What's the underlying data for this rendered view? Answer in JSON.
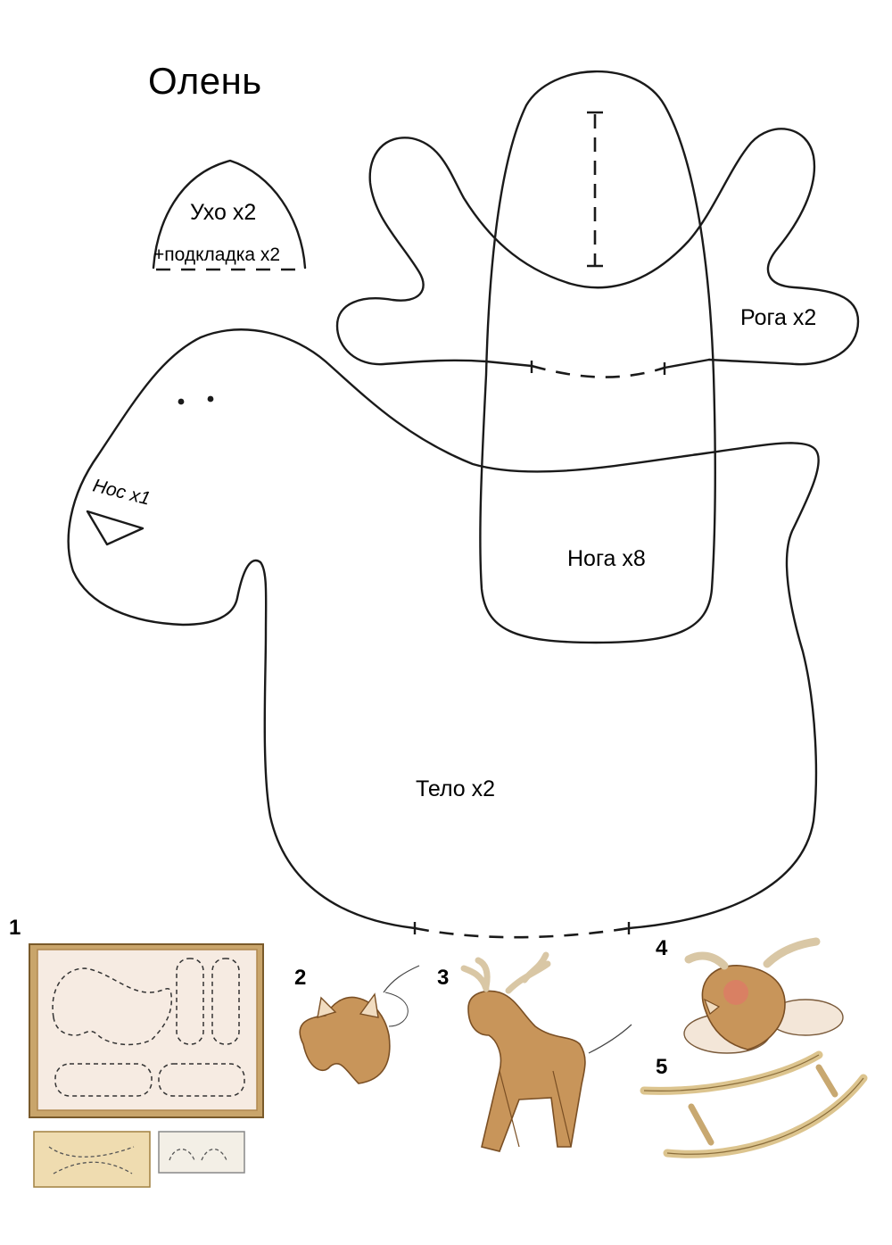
{
  "title": "Олень",
  "pieces": {
    "ear": {
      "label": "Ухо x2",
      "sublabel": "+подкладка x2"
    },
    "antlers": {
      "label": "Рога x2"
    },
    "nose": {
      "label": "Нос x1"
    },
    "leg": {
      "label": "Нога x8"
    },
    "body": {
      "label": "Тело x2"
    }
  },
  "steps": [
    "1",
    "2",
    "3",
    "4",
    "5"
  ],
  "colors": {
    "outline": "#1a1a1a",
    "felt": "#c8955a",
    "felt_dark": "#9c6a36",
    "fabric": "#f6ebe2",
    "frame": "#c9a56b",
    "wood": "#dcc48e",
    "cheek": "#e07766"
  }
}
